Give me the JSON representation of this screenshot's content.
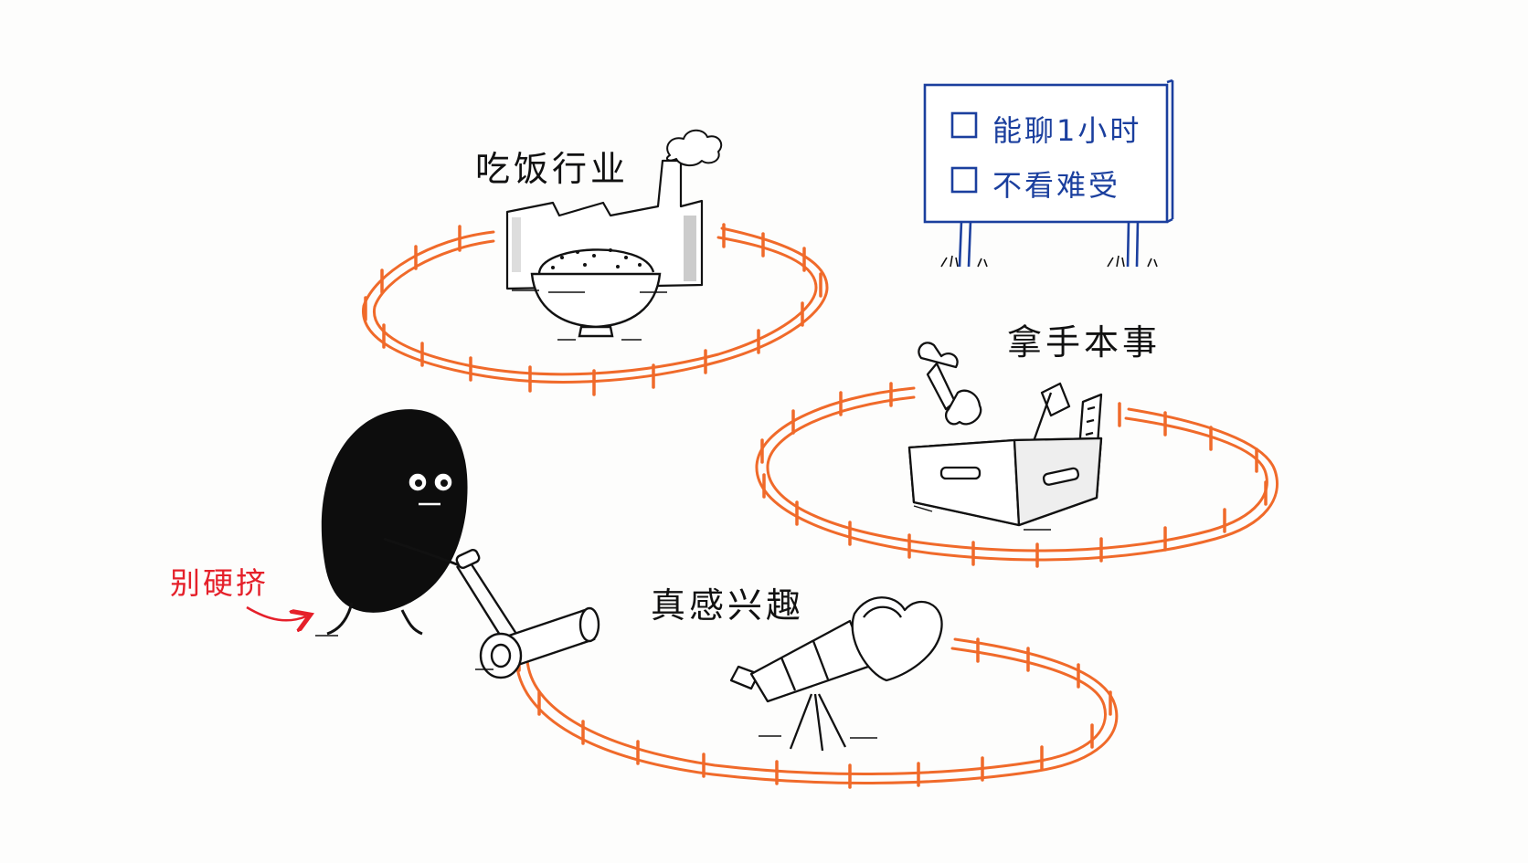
{
  "zones": {
    "rice": {
      "label": "吃饭行业"
    },
    "skill": {
      "label": "拿手本事"
    },
    "interest": {
      "label": "真感兴趣"
    }
  },
  "sign": {
    "items": [
      {
        "checked": false,
        "text": "能聊1小时"
      },
      {
        "checked": false,
        "text": "不看难受"
      }
    ]
  },
  "annotation": {
    "text": "别硬挤",
    "color": "#e5202a"
  },
  "colors": {
    "fence": "#f06a2a",
    "sign": "#1b3f9e",
    "ink": "#111111"
  }
}
